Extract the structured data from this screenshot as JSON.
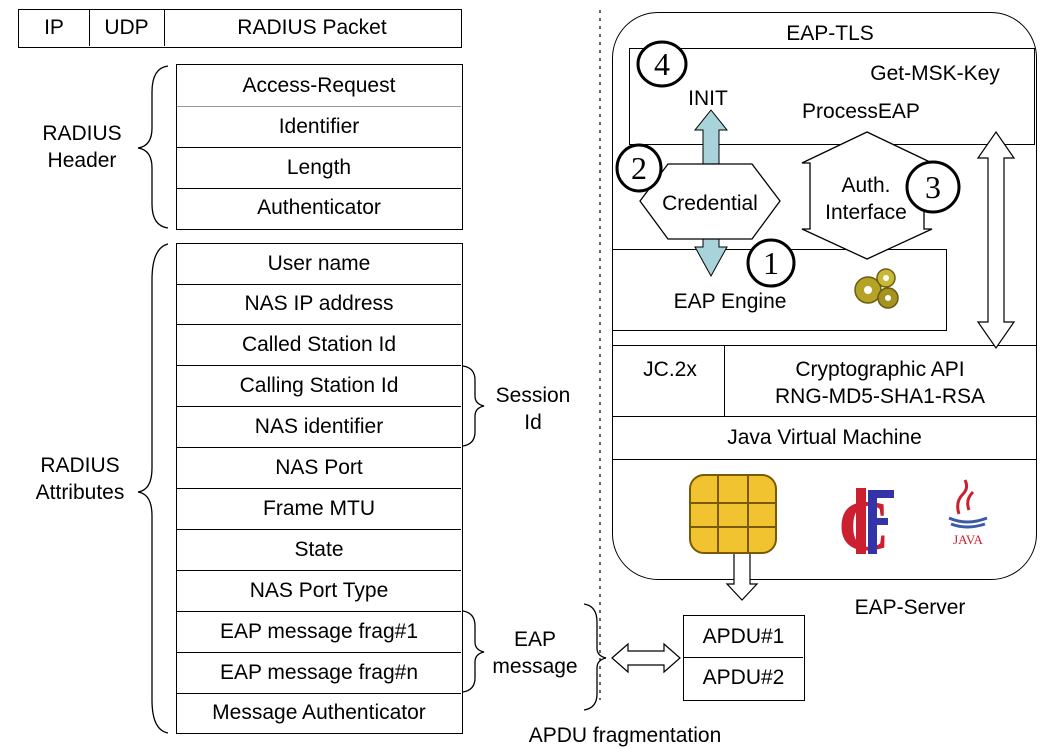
{
  "packet": {
    "ip": "IP",
    "udp": "UDP",
    "radius": "RADIUS Packet"
  },
  "radius_header": {
    "label_line1": "RADIUS",
    "label_line2": "Header",
    "fields": [
      "Access-Request",
      "Identifier",
      "Length",
      "Authenticator"
    ]
  },
  "radius_attributes": {
    "label_line1": "RADIUS",
    "label_line2": "Attributes",
    "fields": [
      "User name",
      "NAS IP address",
      "Called Station Id",
      "Calling Station Id",
      "NAS identifier",
      "NAS Port",
      "Frame MTU",
      "State",
      "NAS Port Type",
      "EAP message frag#1",
      "EAP message frag#n",
      "Message Authenticator"
    ]
  },
  "session": {
    "line1": "Session",
    "line2": "Id"
  },
  "eap_message": {
    "line1": "EAP",
    "line2": "message"
  },
  "apdu": {
    "items": [
      "APDU#1",
      "APDU#2"
    ],
    "caption": "APDU fragmentation"
  },
  "server": {
    "title": "EAP-TLS",
    "get_msk": "Get-MSK-Key",
    "init": "INIT",
    "process_eap": "ProcessEAP",
    "credential": "Credential",
    "auth_line1": "Auth.",
    "auth_line2": "Interface",
    "eap_engine": "EAP Engine",
    "jc": "JC.2x",
    "crypto_line1": "Cryptographic API",
    "crypto_line2": "RNG-MD5-SHA1-RSA",
    "jvm": "Java Virtual Machine",
    "caption": "EAP-Server",
    "steps": [
      "1",
      "2",
      "3",
      "4"
    ],
    "java_logo_text": "JAVA"
  }
}
